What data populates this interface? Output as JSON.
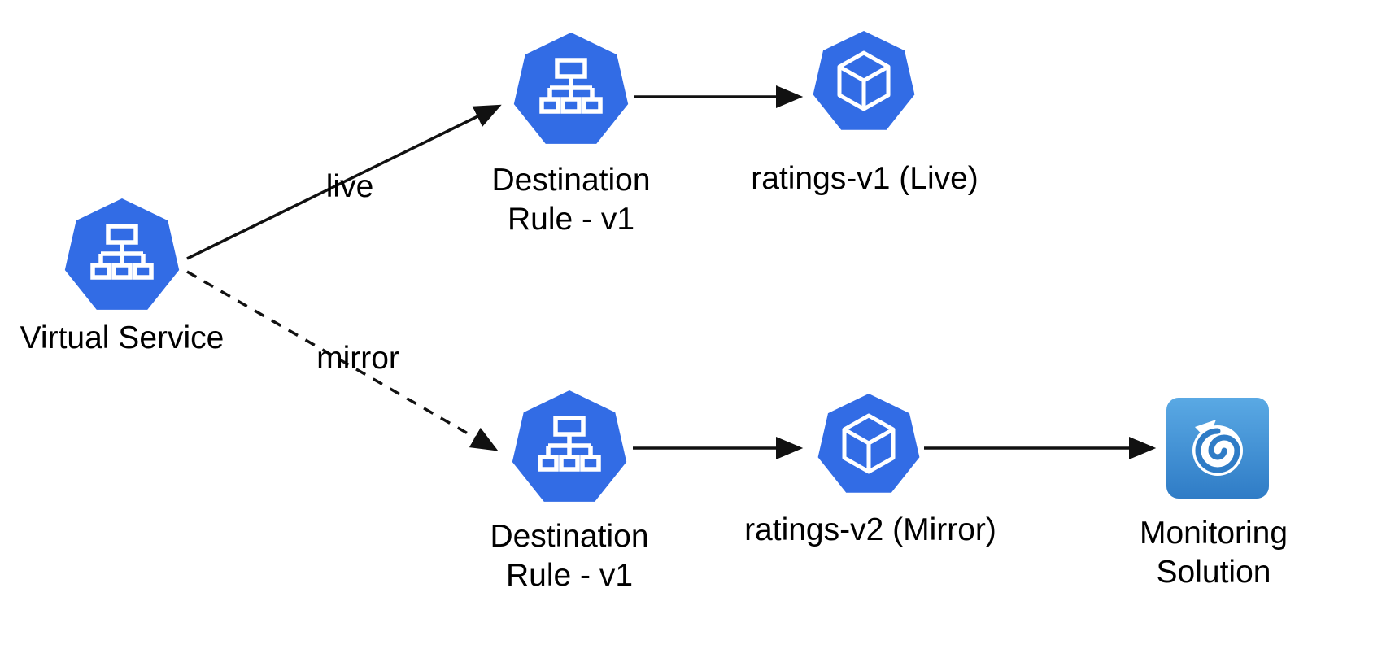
{
  "diagram_type": "istio-traffic-mirroring-flow",
  "colors": {
    "kubernetes_blue": "#326CE5",
    "grafana_blue_top": "#5AA9E4",
    "grafana_blue_bottom": "#2F7CC6",
    "arrow_black": "#111111",
    "text_black": "#000000",
    "background": "#ffffff"
  },
  "nodes": {
    "virtual_service": {
      "label": "Virtual Service",
      "icon": "kubernetes-virtual-service-icon"
    },
    "destination_rule_live": {
      "label_line1": "Destination",
      "label_line2": "Rule - v1",
      "icon": "kubernetes-destination-rule-icon"
    },
    "ratings_v1": {
      "label": "ratings-v1 (Live)",
      "icon": "kubernetes-workload-cube-icon"
    },
    "destination_rule_mirror": {
      "label_line1": "Destination",
      "label_line2": "Rule - v1",
      "icon": "kubernetes-destination-rule-icon"
    },
    "ratings_v2": {
      "label": "ratings-v2 (Mirror)",
      "icon": "kubernetes-workload-cube-icon"
    },
    "monitoring_solution": {
      "label_line1": "Monitoring",
      "label_line2": "Solution",
      "icon": "grafana-icon"
    }
  },
  "edges": {
    "live": {
      "label": "live",
      "from": "virtual_service",
      "to": "destination_rule_live",
      "line_style": "solid"
    },
    "mirror": {
      "label": "mirror",
      "from": "virtual_service",
      "to": "destination_rule_mirror",
      "line_style": "dashed"
    },
    "live_to_ratings_v1": {
      "from": "destination_rule_live",
      "to": "ratings_v1",
      "line_style": "solid"
    },
    "mirror_to_ratings_v2": {
      "from": "destination_rule_mirror",
      "to": "ratings_v2",
      "line_style": "solid"
    },
    "ratings_v2_to_monitoring": {
      "from": "ratings_v2",
      "to": "monitoring_solution",
      "line_style": "solid"
    }
  }
}
